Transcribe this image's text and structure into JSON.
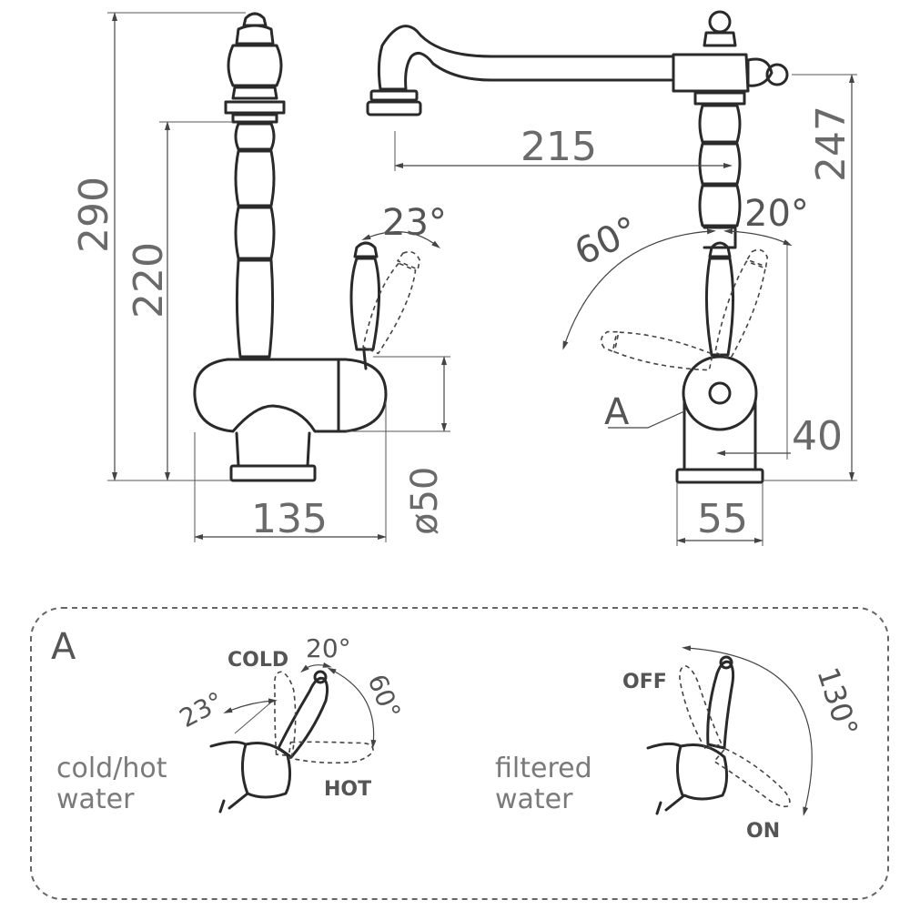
{
  "dimensions": {
    "height_total": "290",
    "height_spout": "220",
    "width_side": "135",
    "diameter_base": "ø50",
    "reach": "215",
    "height_front": "247",
    "width_front": "55",
    "offset": "40",
    "angle_side": "23°",
    "angle_front_left": "60°",
    "angle_front_right": "20°"
  },
  "callout_label": "A",
  "detail": {
    "title": "A",
    "left": {
      "caption_line1": "cold/hot",
      "caption_line2": "water",
      "cold": "COLD",
      "hot": "HOT",
      "angle_a": "20°",
      "angle_b": "23°",
      "angle_c": "60°"
    },
    "right": {
      "caption_line1": "filtered",
      "caption_line2": "water",
      "off": "OFF",
      "on": "ON",
      "angle": "130°"
    }
  },
  "colors": {
    "line": "#2a2a2a",
    "dimension_text": "#6a6a6a"
  }
}
